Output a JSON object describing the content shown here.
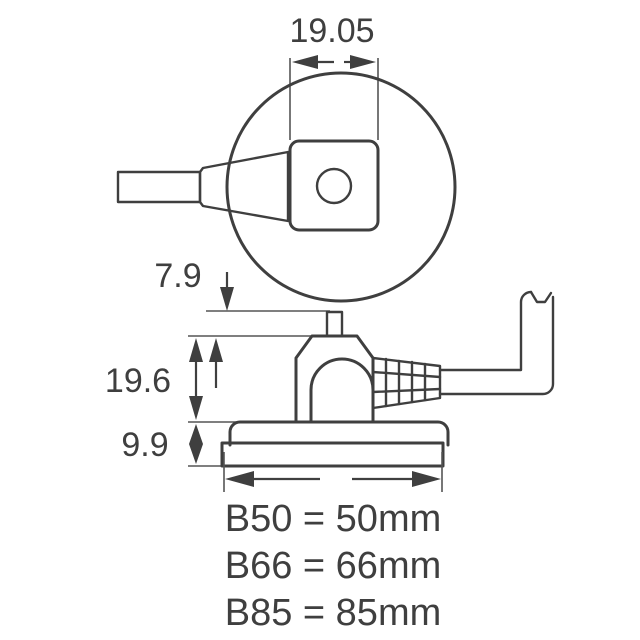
{
  "drawing": {
    "title": "Transducer dimensional drawing",
    "units": "mm",
    "line_color": "#3f3f3f",
    "background_color": "#ffffff"
  },
  "dimensions": {
    "width_top": "19.05",
    "post_height": "7.9",
    "body_height": "19.6",
    "base_height": "9.9"
  },
  "legend": {
    "lines": [
      "B50 = 50mm",
      "B66 = 66mm",
      "B85 = 85mm"
    ]
  },
  "views": {
    "top_view": {
      "name": "top-view",
      "shapes": [
        "housing-circle",
        "cable-stub",
        "cable-taper",
        "square-housing",
        "housing-hole"
      ]
    },
    "side_view": {
      "name": "side-view",
      "shapes": [
        "top-post",
        "body-shoulder",
        "arch-cutout",
        "base-upper",
        "base-lower",
        "strain-relief",
        "cable-run",
        "cable-hook"
      ]
    }
  }
}
